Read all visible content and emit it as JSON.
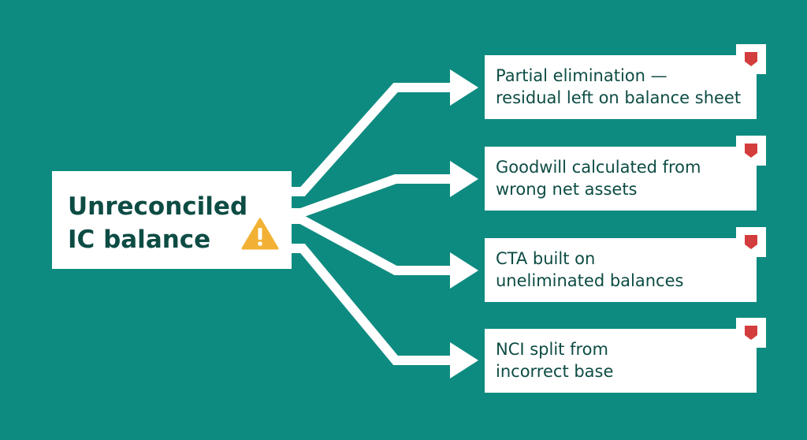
{
  "source": {
    "line1": "Unreconciled",
    "line2": "IC balance",
    "icon": "warning-triangle-icon"
  },
  "targets": [
    {
      "line1": "Partial elimination —",
      "line2": "residual left on balance sheet",
      "icon": "red-flag-marker-icon"
    },
    {
      "line1": "Goodwill calculated from",
      "line2": "wrong net assets",
      "icon": "red-flag-marker-icon"
    },
    {
      "line1": "CTA built on",
      "line2": "uneliminated balances",
      "icon": "red-flag-marker-icon"
    },
    {
      "line1": "NCI split from",
      "line2": "incorrect base",
      "icon": "red-flag-marker-icon"
    }
  ],
  "colors": {
    "background": "#0e8b80",
    "text": "#0d4c44",
    "warning": "#f2b134",
    "flag": "#d43d3d",
    "box": "#ffffff"
  }
}
